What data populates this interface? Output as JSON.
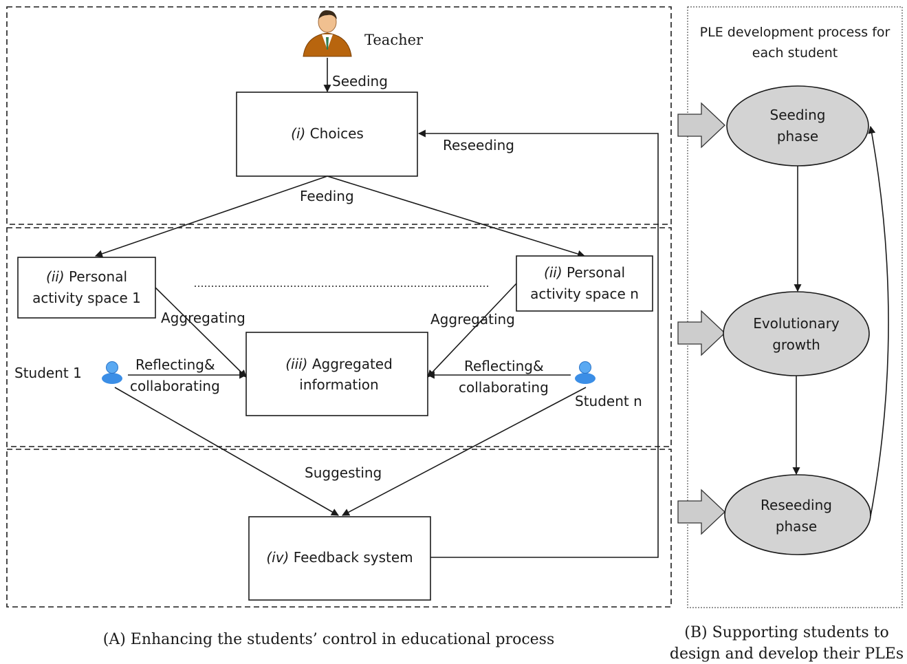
{
  "teacher": {
    "label": "Teacher"
  },
  "edges": {
    "seeding": "Seeding",
    "feeding": "Feeding",
    "reseeding": "Reseeding",
    "aggregating_left": "Aggregating",
    "aggregating_right": "Aggregating",
    "reflecting_left": [
      "Reflecting&",
      "collaborating"
    ],
    "reflecting_right": [
      "Reflecting&",
      "collaborating"
    ],
    "suggesting": "Suggesting"
  },
  "boxes": {
    "choices": {
      "num": "(i)",
      "text": " Choices"
    },
    "space_1": {
      "num": "(ii)",
      "line1": " Personal",
      "line2": "activity space 1"
    },
    "space_n": {
      "num": "(ii)",
      "line1": " Personal",
      "line2": "activity space n"
    },
    "aggregated": {
      "num": "(iii)",
      "line1": " Aggregated",
      "line2": "information"
    },
    "feedback": {
      "num": "(iv)",
      "text": " Feedback system"
    }
  },
  "students": {
    "first": "Student 1",
    "last": "Student n"
  },
  "right_panel": {
    "title": [
      "PLE development process for",
      "each student"
    ],
    "phases": [
      [
        "Seeding",
        "phase"
      ],
      [
        "Evolutionary",
        "growth"
      ],
      [
        "Reseeding",
        "phase"
      ]
    ]
  },
  "captions": {
    "a": "(A)  Enhancing the students’ control in educational process",
    "b": [
      "(B)  Supporting students to",
      "design and develop their PLEs"
    ]
  },
  "colors": {
    "phase_fill": "#d3d3d3",
    "arrow_fill": "#cdcdcd",
    "stroke": "#1a1a1a",
    "student_icon": "#3b8ee6",
    "teacher_suit": "#b8650e"
  }
}
